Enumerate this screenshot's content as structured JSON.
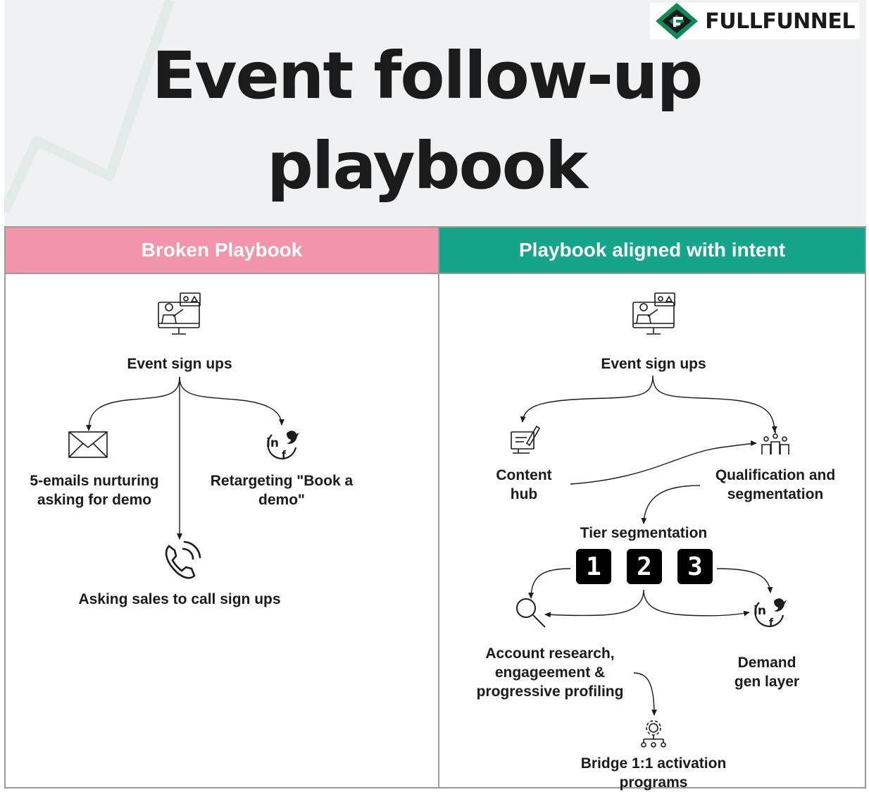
{
  "brand": {
    "name": "FULLFUNNEL"
  },
  "title": {
    "line1": "Event follow-up",
    "line2": "playbook"
  },
  "left": {
    "header": "Broken Playbook",
    "start": "Event sign ups",
    "emails": [
      "5-emails nurturing",
      "asking for demo"
    ],
    "retargeting": [
      "Retargeting \"Book a",
      "demo\""
    ],
    "calls": "Asking sales to call sign ups"
  },
  "right": {
    "header": "Playbook aligned with intent",
    "start": "Event sign ups",
    "content_hub": [
      "Content",
      "hub"
    ],
    "qualification": [
      "Qualification and",
      "segmentation"
    ],
    "tier": "Tier segmentation",
    "tiers": [
      "1",
      "2",
      "3"
    ],
    "research": [
      "Account research,",
      "engageement &",
      "progressive profiling"
    ],
    "demand": [
      "Demand",
      "gen layer"
    ],
    "bridge": [
      "Bridge 1:1 activation",
      "programs"
    ]
  },
  "colors": {
    "broken": "#f295ab",
    "aligned": "#15a58a",
    "ink": "#1b1b1b"
  }
}
